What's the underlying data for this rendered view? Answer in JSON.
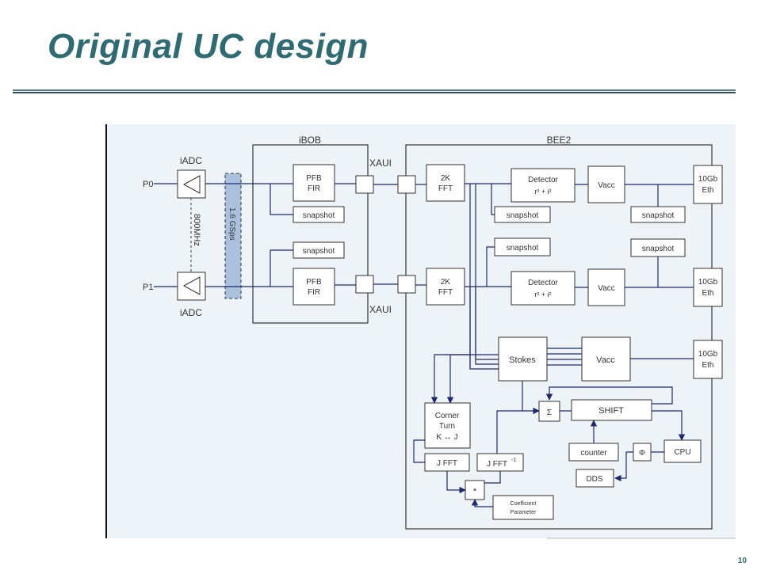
{
  "slide": {
    "title": "Original UC design",
    "page_number": "10"
  },
  "diagram": {
    "inputs": {
      "p0": "P0",
      "p1": "P1"
    },
    "adc": {
      "top": "iADC",
      "bottom": "iADC",
      "clock": "800MHz",
      "rate": "1.6 GSps"
    },
    "ibob": {
      "title": "iBOB",
      "pfb_top": [
        "PFB",
        "FIR"
      ],
      "pfb_bottom": [
        "PFB",
        "FIR"
      ],
      "snapshot": "snapshot",
      "xaui_top": "XAUI",
      "xaui_bottom": "XAUI"
    },
    "bee2": {
      "title": "BEE2",
      "fft": [
        "2K",
        "FFT"
      ],
      "detector": "Detector",
      "detector_formula": "r² + i²",
      "vacc": "Vacc",
      "snapshot": "snapshot",
      "eth": [
        "10Gb",
        "Eth"
      ],
      "stokes": "Stokes",
      "corner_turn": [
        "Corner",
        "Turn",
        "K ↔ J"
      ],
      "jfft": "J FFT",
      "jfft_inv": "J FFT",
      "jfft_inv_exp": "-1",
      "multiply": "*",
      "coefficient": [
        "Coefficient",
        "Parameter"
      ],
      "sum": "Σ",
      "shift": "SHIFT",
      "counter": "counter",
      "phi": "Φ",
      "dds": "DDS",
      "cpu": "CPU"
    }
  }
}
